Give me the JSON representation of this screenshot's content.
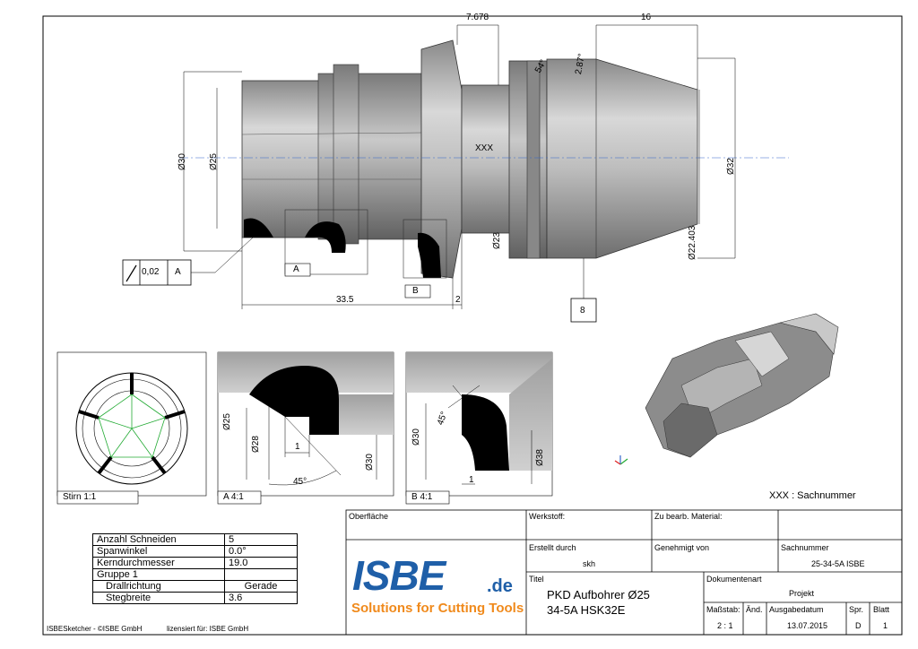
{
  "dimensions": {
    "d_7678": "7.678",
    "d_16": "16",
    "d_30": "Ø30",
    "d_25": "Ø25",
    "d_xxx": "XXX",
    "d_23": "Ø23",
    "d_32": "Ø32",
    "d_22403": "Ø22.403",
    "d_287": "2.87°",
    "d_54": "54°",
    "d_335": "33.5",
    "d_2": "2",
    "d_8": "8",
    "tol_value": "0,02",
    "tol_datum": "A",
    "marker_a": "A",
    "marker_b": "B"
  },
  "views": {
    "stirn": "Stirn 1:1",
    "a41": "A 4:1",
    "b41": "B 4:1",
    "a_d25": "Ø25",
    "a_d28": "Ø28",
    "a_1": "1",
    "a_d30": "Ø30",
    "a_45": "45°",
    "b_45": "45°",
    "b_d30": "Ø30",
    "b_d38": "Ø38",
    "b_1": "1"
  },
  "sachnummer_note": "XXX : Sachnummer",
  "params": [
    [
      "Anzahl Schneiden",
      "5"
    ],
    [
      "Spanwinkel",
      "0.0°"
    ],
    [
      "Kerndurchmesser",
      "19.0"
    ],
    [
      "Gruppe 1",
      ""
    ],
    [
      "Drallrichtung",
      "Gerade"
    ],
    [
      "Stegbreite",
      "3.6"
    ]
  ],
  "footer": {
    "left": "ISBESketcher - ©ISBE GmbH",
    "license": "lizensiert für: ISBE GmbH"
  },
  "titleblock": {
    "oberflaeche": "Oberfläche",
    "werkstoff": "Werkstoff:",
    "zu_bearb": "Zu bearb. Material:",
    "erstellt": "Erstellt durch",
    "erstellt_val": "skh",
    "genehmigt": "Genehmigt von",
    "sachnummer": "Sachnummer",
    "sachnummer_val": "25-34-5A ISBE",
    "titel": "Titel",
    "titel_line1": "PKD Aufbohrer Ø25",
    "titel_line2": "34-5A HSK32E",
    "dokumentenart": "Dokumentenart",
    "dokumentenart_val": "Projekt",
    "massstab": "Maßstab:",
    "massstab_val": "2 : 1",
    "aend": "Änd.",
    "ausgabe": "Ausgabedatum",
    "ausgabe_val": "13.07.2015",
    "spr": "Spr.",
    "spr_val": "D",
    "blatt": "Blatt",
    "blatt_val": "1"
  },
  "logo": {
    "brand": "ISBE",
    "tld": ".de",
    "tagline": "Solutions for Cutting Tools",
    "brand_color": "#1f5fa8",
    "tagline_color": "#f08a1c"
  }
}
